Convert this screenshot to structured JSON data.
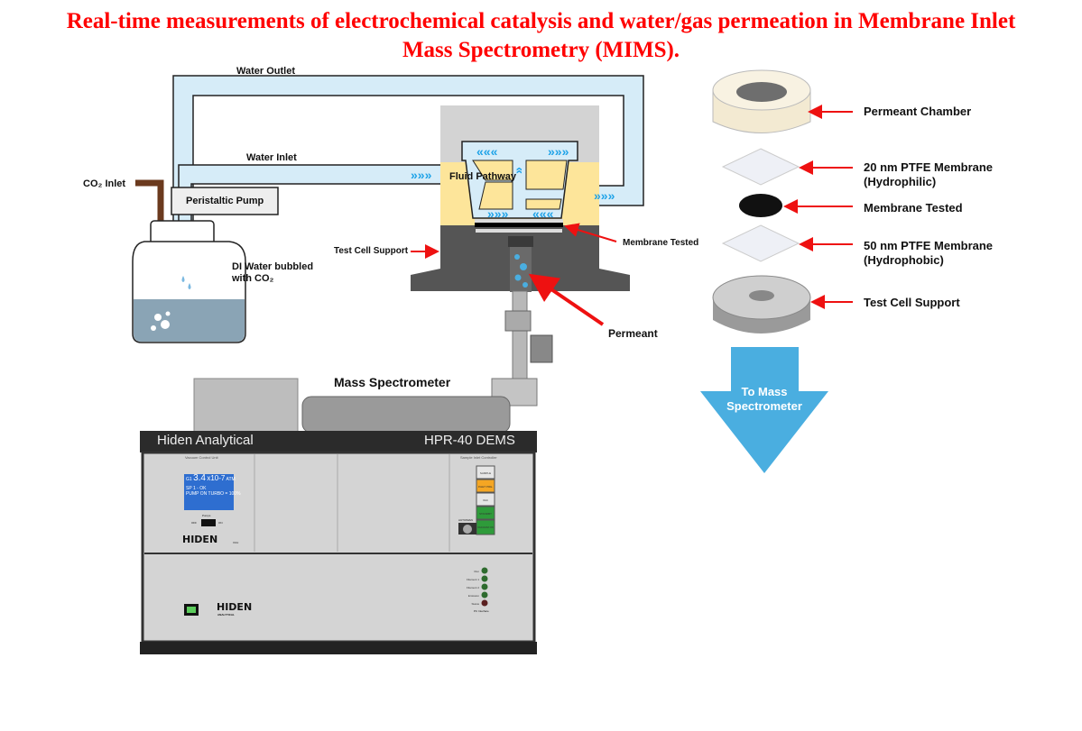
{
  "title": {
    "line1": "Real-time measurements of electrochemical catalysis and water/gas permeation in Membrane Inlet",
    "line2": "Mass Spectrometry (MIMS)."
  },
  "left_labels": {
    "water_outlet": "Water Outlet",
    "water_inlet": "Water Inlet",
    "co2_inlet": "CO₂ Inlet",
    "peristaltic_pump": "Peristaltic Pump",
    "di_water_1": "DI Water bubbled",
    "di_water_2": "with CO₂",
    "fluid_pathway": "Fluid Pathway",
    "test_cell_support": "Test Cell Support",
    "membrane_tested": "Membrane Tested",
    "permeant": "Permeant",
    "mass_spectrometer": "Mass Spectrometer"
  },
  "instrument": {
    "brand": "Hiden Analytical",
    "model": "HPR-40 DEMS",
    "vcu_label": "Vacuum Control Unit",
    "sic_label": "Sample Inlet Controller",
    "display_value": "3.4",
    "display_exp": "x10-7",
    "display_prefix": "G1",
    "display_unit": "ATM",
    "display_sp": "SP 1 - OK",
    "display_pump": "PUMP ON  TURBO = 100%",
    "pumps_label": "Pumps",
    "off": "OFF",
    "on": "ON",
    "logo": "HIDEN",
    "logo_sub": "ANALYTICAL",
    "vcu": "VCU",
    "buttons": [
      "SAMPLE",
      "INLET PRE-VAC",
      "STANDBY",
      "VACUUM OK"
    ],
    "automan": "AUTO/MAN",
    "leds": [
      "Run",
      "Filament 1",
      "Filament 2",
      "Emission",
      "Status"
    ],
    "pc_interface": "PC Interface"
  },
  "right_labels": {
    "permeant_chamber": "Permeant Chamber",
    "ptfe20_1": "20 nm PTFE Membrane",
    "ptfe20_2": "(Hydrophilic)",
    "membrane_tested": "Membrane Tested",
    "ptfe50_1": "50 nm PTFE Membrane",
    "ptfe50_2": "(Hydrophobic)",
    "test_cell_support": "Test Cell Support",
    "to_ms_1": "To Mass",
    "to_ms_2": "Spectrometer"
  },
  "colors": {
    "title": "#ff0000",
    "pipe": "#d6ecf8",
    "flow_arrow": "#1fa3e8",
    "arrow_red": "#ee1111",
    "big_arrow": "#4aaee0"
  }
}
